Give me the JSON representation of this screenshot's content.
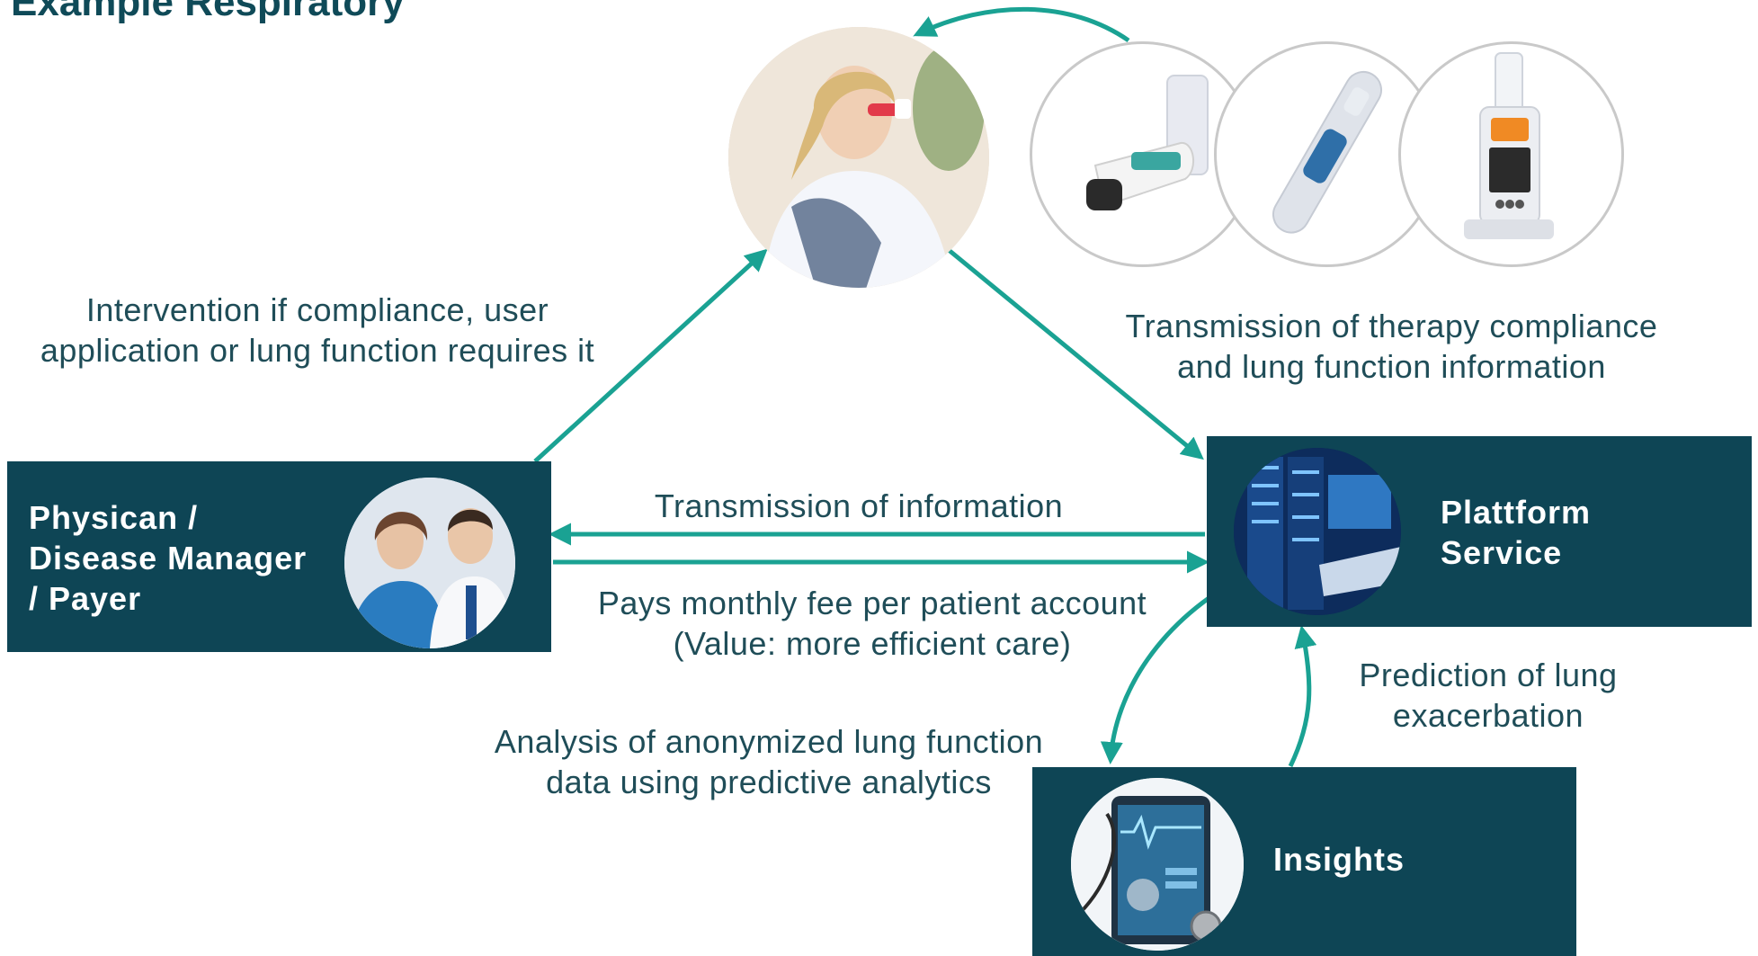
{
  "title": "Example Respiratory",
  "boxes": {
    "physician": "Physican /\nDisease Manager\n/ Payer",
    "platform": "Plattform\nService",
    "insights": "Insights"
  },
  "captions": {
    "intervention": "Intervention if  compliance, user\napplication or lung function requires it",
    "transmission_therapy": "Transmission of  therapy compliance\nand lung function information",
    "transmission_info": "Transmission of  information",
    "pays_fee": "Pays monthly fee per patient account\n(Value: more efficient care)",
    "prediction": "Prediction of  lung\nexacerbation",
    "analysis": "Analysis of  anonymized lung function\ndata using predictive analytics"
  },
  "colors": {
    "box_fill": "#0e4555",
    "arrow": "#1aa293",
    "text": "#1f4d58"
  }
}
